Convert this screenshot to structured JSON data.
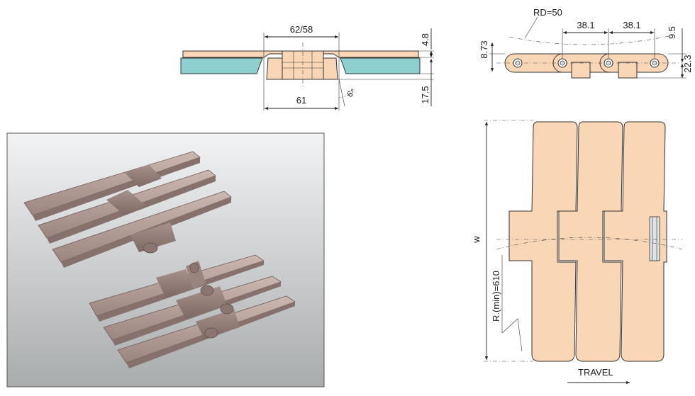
{
  "cross_section": {
    "top_width": "62/58",
    "bottom_width": "61",
    "angle": "6°",
    "plate_thickness": "4.8",
    "hinge_height": "17.5"
  },
  "side_view": {
    "radius": "RD=50",
    "pitch_1": "38.1",
    "pitch_2": "38.1",
    "height_left": "8.73",
    "dim_right_top": "9.5",
    "dim_right": "22.3"
  },
  "top_view": {
    "width_label": "w",
    "radius_label": "R.(min)=610",
    "travel_label": "TRAVEL"
  },
  "colors": {
    "plate": "#f9d7b6",
    "wear_strip": "#8ed0cf",
    "photo_bg_top": "#f2f3f4",
    "photo_bg_bottom": "#a9acad",
    "chain_metal": "#b9a39c"
  }
}
